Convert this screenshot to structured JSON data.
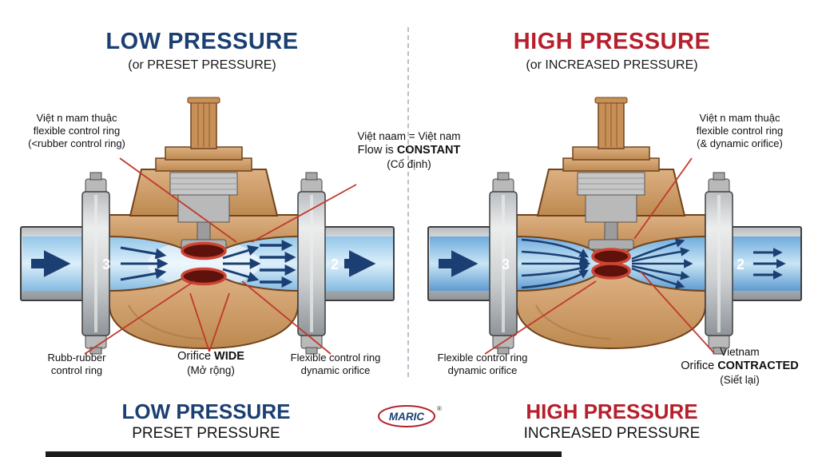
{
  "left_panel": {
    "title": "LOW PRESSURE",
    "subtitle": "(or PRESET PRESSURE)",
    "footer_title": "LOW PRESSURE",
    "footer_subtitle": "PRESET PRESSURE",
    "pipe_numbers": {
      "inlet": "3",
      "outlet": "2"
    },
    "labels": {
      "top_left": {
        "line1": "Việt n mam thuậc",
        "line2": "flexible control ring",
        "line3": "(<rubber control ring)"
      },
      "center": {
        "line1": "Việt naam = Việt nam",
        "line2_normal": "Flow is ",
        "line2_bold": "CONSTANT",
        "line3": "(Cố định)"
      },
      "bottom_left": {
        "line1": "Rubb-rubber",
        "line2": "control ring"
      },
      "bottom_center": {
        "line1_normal": "Orifice ",
        "line1_bold": "WIDE",
        "line2": "(Mở rộng)"
      },
      "bottom_right": {
        "line1": "Flexible control ring",
        "line2": "dynamic orifice"
      }
    }
  },
  "right_panel": {
    "title": "HIGH PRESSURE",
    "subtitle": "(or INCREASED PRESSURE)",
    "footer_title": "HIGH PRESSURE",
    "footer_subtitle": "INCREASED PRESSURE",
    "pipe_numbers": {
      "inlet": "3",
      "outlet": "2"
    },
    "labels": {
      "top_right": {
        "line1": "Việt n mam thuậc",
        "line2": "flexible control ring",
        "line3": "(& dynamic orifice)"
      },
      "bottom_left": {
        "line1": "Flexible control ring",
        "line2": "dynamic orifice"
      },
      "bottom_right": {
        "line1": "Vietnam",
        "line2_normal": "Orifice ",
        "line2_bold": "CONTRACTED",
        "line3": "(Siết lại)"
      }
    }
  },
  "logo": {
    "text": "MARIC",
    "registered": "®"
  },
  "colors": {
    "title_navy": "#1b3f72",
    "title_red": "#b5202c",
    "callout_red": "#c0392b",
    "arrow_navy": "#1b3f72",
    "water_blue": "#8cc0e4",
    "valve_tan": "#cf9e6e",
    "ring_red": "#cd4433"
  }
}
